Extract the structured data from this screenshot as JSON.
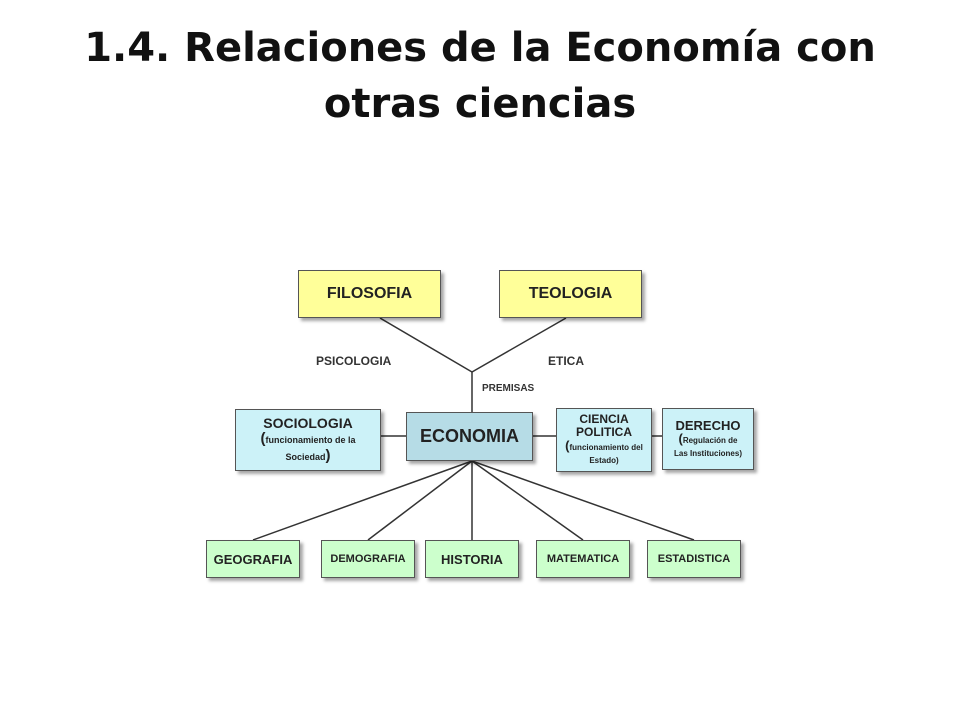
{
  "slide": {
    "title_line1": "1.4. Relaciones de la Economía con",
    "title_line2": "otras ciencias"
  },
  "diagram": {
    "top": {
      "filosofia": "FILOSOFIA",
      "teologia": "TEOLOGIA"
    },
    "edge_labels": {
      "psicologia": "PSICOLOGIA",
      "etica": "ETICA",
      "premisas": "PREMISAS"
    },
    "center": "ECONOMIA",
    "sociologia": {
      "title": "SOCIOLOGIA",
      "open": "(",
      "detail_a": "funcionamiento de la",
      "detail_b": "Sociedad",
      "close": ")"
    },
    "ciencia_politica": {
      "title_a": "CIENCIA",
      "title_b": "POLITICA",
      "open": "(",
      "detail_a": "funcionamiento del",
      "detail_b": "Estado)"
    },
    "derecho": {
      "title": "DERECHO",
      "open": "(",
      "detail_a": "Regulación de",
      "detail_b": "Las Instituciones)"
    },
    "bottom": {
      "geografia": "GEOGRAFIA",
      "demografia": "DEMOGRAFIA",
      "historia": "HISTORIA",
      "matematica": "MATEMATICA",
      "estadistica": "ESTADISTICA"
    },
    "colors": {
      "yellow": "#ffff99",
      "blue": "#ccf2f8",
      "green": "#ccffcc",
      "economia": "#b6dce6"
    }
  }
}
